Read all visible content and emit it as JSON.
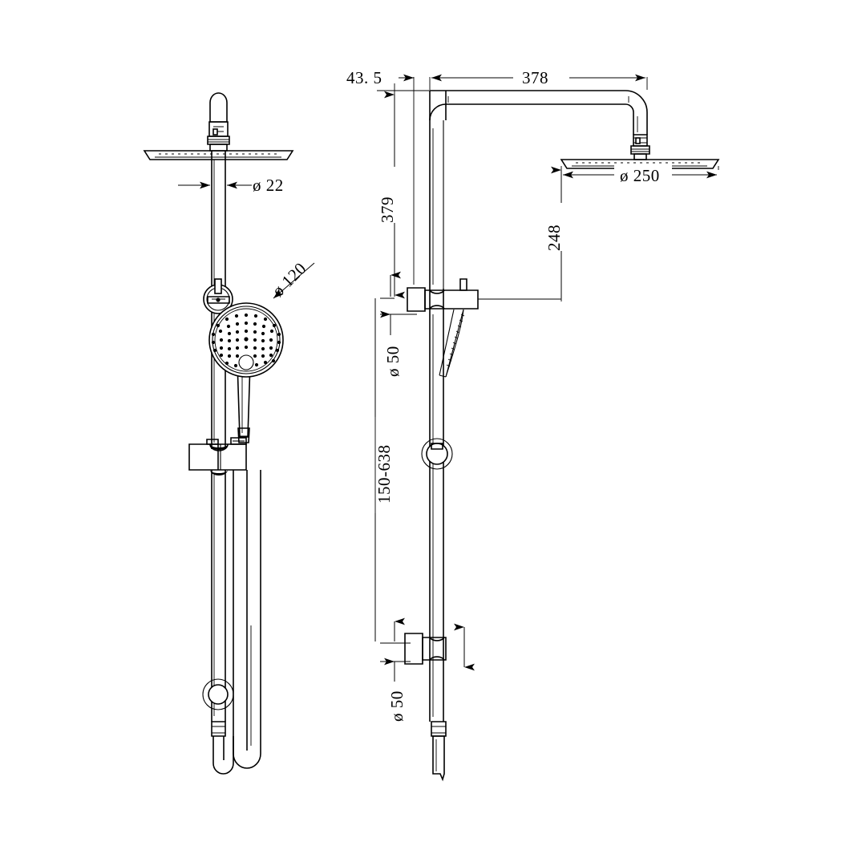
{
  "drawing": {
    "type": "technical-dimension-drawing",
    "subject": "Shower rail column with overhead rain shower head and hand shower",
    "views": [
      {
        "name": "front-view",
        "position": "left"
      },
      {
        "name": "side-view",
        "position": "right"
      }
    ],
    "background_color": "#ffffff",
    "line_color": "#000000"
  },
  "dimensions": {
    "front_view": [
      {
        "id": "riser-diameter",
        "label": "ø 22",
        "value": 22,
        "unit": "mm",
        "kind": "diameter",
        "orientation": "horizontal"
      },
      {
        "id": "hand-shower-face-diameter",
        "label": "ø 120",
        "value": 120,
        "unit": "mm",
        "kind": "diameter",
        "orientation": "leader"
      }
    ],
    "side_view": [
      {
        "id": "wall-to-riser-offset",
        "label": "43. 5",
        "value": 43.5,
        "unit": "mm",
        "kind": "linear",
        "orientation": "horizontal"
      },
      {
        "id": "arm-reach",
        "label": "378",
        "value": 378,
        "unit": "mm",
        "kind": "linear",
        "orientation": "horizontal"
      },
      {
        "id": "inlet-to-bracket-height",
        "label": "379",
        "value": 379,
        "unit": "mm",
        "kind": "linear",
        "orientation": "vertical"
      },
      {
        "id": "rain-head-diameter",
        "label": "ø 250",
        "value": 250,
        "unit": "mm",
        "kind": "diameter",
        "orientation": "horizontal"
      },
      {
        "id": "head-to-bracket-drop",
        "label": "248",
        "value": 248,
        "unit": "mm",
        "kind": "linear",
        "orientation": "vertical"
      },
      {
        "id": "upper-bracket-diameter",
        "label": "ø 50",
        "value": 50,
        "unit": "mm",
        "kind": "diameter",
        "orientation": "vertical"
      },
      {
        "id": "slide-adjustment-range",
        "label": "150-638",
        "value": "150-638",
        "unit": "mm",
        "kind": "range",
        "orientation": "vertical"
      },
      {
        "id": "lower-bracket-diameter",
        "label": "ø 50",
        "value": 50,
        "unit": "mm",
        "kind": "diameter",
        "orientation": "vertical"
      }
    ]
  },
  "annotations": {
    "adjustment_arrow": "double-headed vertical arrow indicating slider travel"
  }
}
